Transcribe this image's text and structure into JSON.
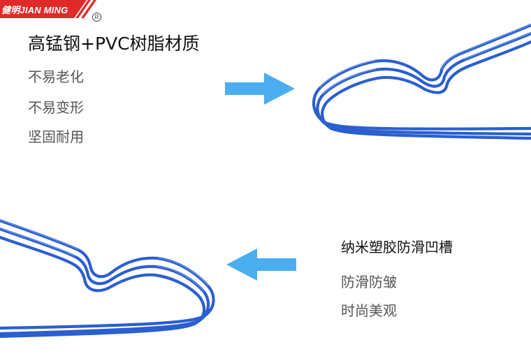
{
  "brand": {
    "name_cn": "健明",
    "name_en": "JIAN MING",
    "registered_mark": "R",
    "color": "#e02a2a"
  },
  "top_section": {
    "title": "高锰钢+PVC树脂材质",
    "features": [
      "不易老化",
      "不易变形",
      "坚固耐用"
    ],
    "arrow_direction": "right",
    "arrow_color": "#4aaef0"
  },
  "bottom_section": {
    "title": "纳米塑胶防滑凹槽",
    "features": [
      "防滑防皱",
      "时尚美观"
    ],
    "arrow_direction": "left",
    "arrow_color": "#4aaef0"
  },
  "hanger_color": "#2b5fd0"
}
